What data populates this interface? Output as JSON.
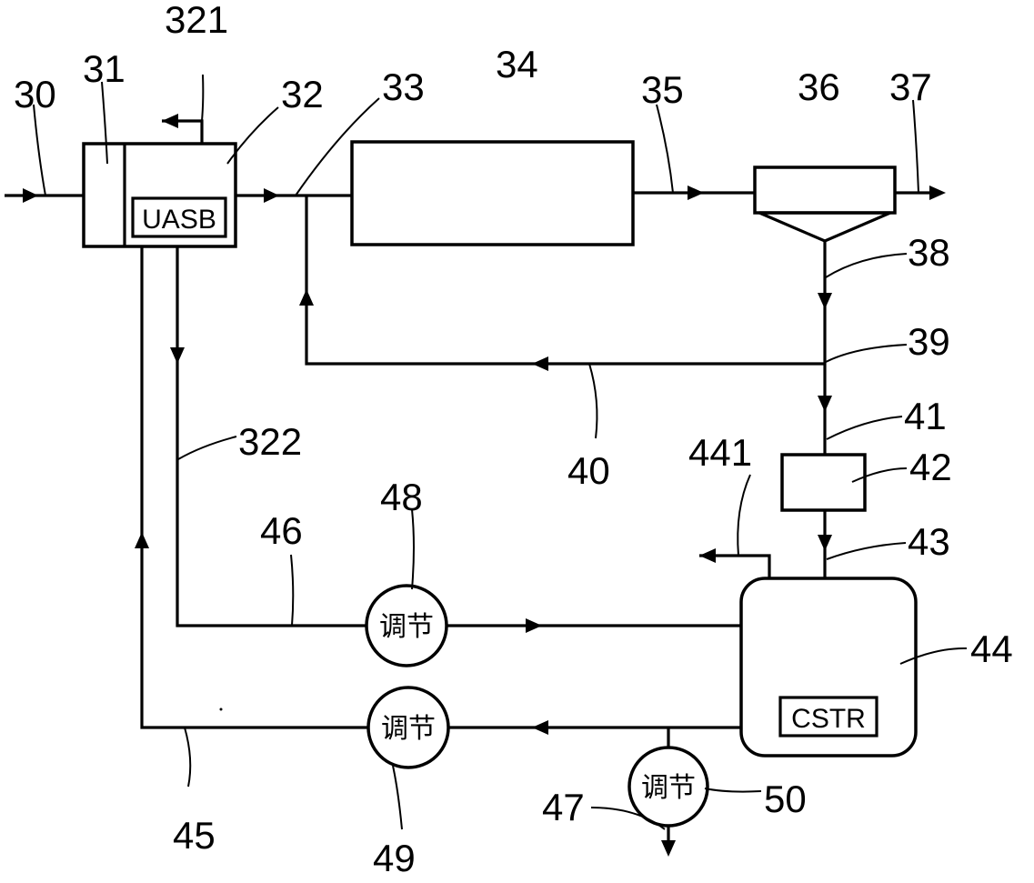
{
  "labels": {
    "uasb": "UASB",
    "cstr": "CSTR",
    "regulator": "调节"
  },
  "refs": {
    "r30": "30",
    "r31": "31",
    "r32": "32",
    "r321": "321",
    "r322": "322",
    "r33": "33",
    "r34": "34",
    "r35": "35",
    "r36": "36",
    "r37": "37",
    "r38": "38",
    "r39": "39",
    "r40": "40",
    "r41": "41",
    "r42": "42",
    "r43": "43",
    "r44": "44",
    "r441": "441",
    "r45": "45",
    "r46": "46",
    "r47": "47",
    "r48": "48",
    "r49": "49",
    "r50": "50"
  }
}
